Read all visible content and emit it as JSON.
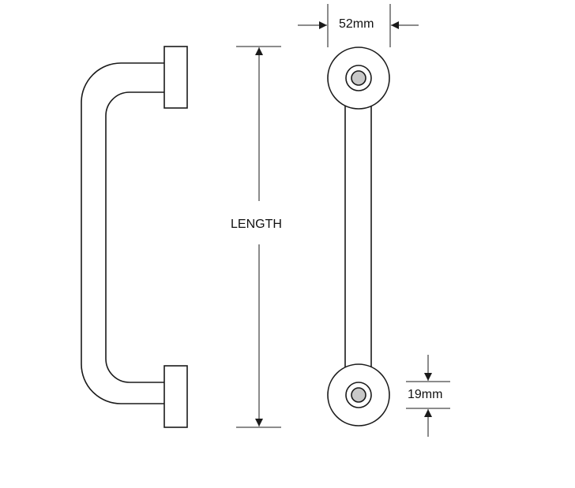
{
  "dimensions": {
    "length_label": "LENGTH",
    "width_label": "52mm",
    "diameter_label": "19mm"
  },
  "colors": {
    "stroke": "#1a1a1a",
    "rose_fill": "#ffffff",
    "screw_fill": "#c8c8c8"
  }
}
